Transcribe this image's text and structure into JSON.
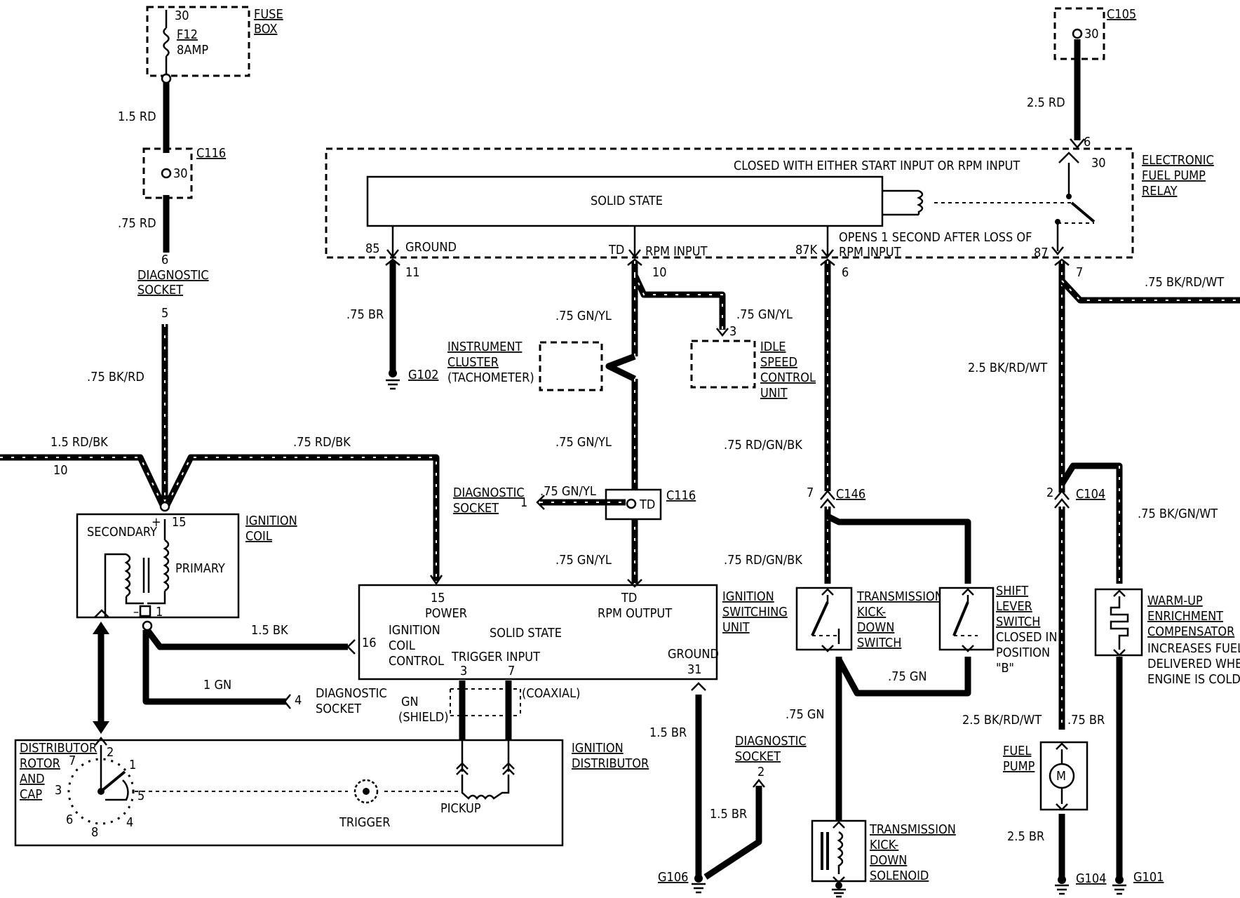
{
  "components": {
    "fuse_box": {
      "terminal": "30",
      "fuse": "F12",
      "rating": "8AMP",
      "label": [
        "FUSE",
        "BOX"
      ]
    },
    "c105": {
      "name": "C105",
      "terminal": "30"
    },
    "c116_top": {
      "name": "C116",
      "terminal": "30"
    },
    "diag_socket_top": {
      "pin_a": "6",
      "label": [
        "DIAGNOSTIC",
        "SOCKET"
      ],
      "pin_b": "5"
    },
    "relay": {
      "label": [
        "ELECTRONIC",
        "FUEL PUMP",
        "RELAY"
      ],
      "note_closed": "CLOSED WITH EITHER START INPUT OR  RPM INPUT",
      "solid_state": "SOLID STATE",
      "note_opens": [
        "OPENS 1 SECOND AFTER LOSS OF",
        "RPM INPUT"
      ],
      "t30": "30",
      "t85": "85",
      "ground": "GROUND",
      "td": "TD",
      "rpm_input": "RPM INPUT",
      "t87k": "87K",
      "t87": "87",
      "pin6_top": "6",
      "pin11": "11",
      "pin10": "10",
      "pin6": "6",
      "pin7": "7"
    },
    "g102": "G102",
    "instrument_cluster": [
      "INSTRUMENT",
      "CLUSTER",
      "(TACHOMETER)"
    ],
    "idle_speed": {
      "pin": "3",
      "label": [
        "IDLE",
        "SPEED",
        "CONTROL",
        "UNIT"
      ]
    },
    "diag_socket_mid": {
      "label": [
        "DIAGNOSTIC",
        "SOCKET"
      ],
      "pin": "1"
    },
    "c116_mid": {
      "name": "C116",
      "terminal": "TD"
    },
    "ignition_coil": {
      "label": [
        "IGNITION",
        "COIL"
      ],
      "secondary": "SECONDARY",
      "primary": "PRIMARY",
      "plus": "+",
      "t15": "15",
      "minus": "–",
      "t1": "1"
    },
    "switching_unit": {
      "label": [
        "IGNITION",
        "SWITCHING",
        "UNIT"
      ],
      "pin15": "15",
      "power": "POWER",
      "td": "TD",
      "rpm_output": "RPM OUTPUT",
      "coil_control": [
        "IGNITION",
        "COIL",
        "CONTROL"
      ],
      "solid_state": "SOLID STATE",
      "trigger_input": "TRIGGER INPUT",
      "pin3": "3",
      "pin7": "7",
      "ground": "GROUND",
      "pin31": "31",
      "pin16": "16",
      "coaxial": "(COAXIAL)"
    },
    "diag_socket_low": {
      "pin": "4",
      "label": [
        "DIAGNOSTIC",
        "SOCKET"
      ]
    },
    "shield": [
      "GN",
      "(SHIELD)"
    ],
    "distributor": {
      "label": [
        "IGNITION",
        "DISTRIBUTOR"
      ],
      "rotor_label": [
        "DISTRIBUTOR",
        "ROTOR",
        "AND",
        "CAP"
      ],
      "numbers": [
        "1",
        "2",
        "3",
        "4",
        "5",
        "6",
        "7",
        "8"
      ],
      "trigger": "TRIGGER",
      "pickup": "PICKUP"
    },
    "diag_socket_right": {
      "label": [
        "DIAGNOSTIC",
        "SOCKET"
      ],
      "pin": "2"
    },
    "g106": "G106",
    "c146": {
      "name": "C146",
      "pin": "7"
    },
    "kickdown_switch": [
      "TRANSMISSION",
      "KICK-",
      "DOWN",
      "SWITCH"
    ],
    "shift_lever": [
      "SHIFT",
      "LEVER",
      "SWITCH",
      "CLOSED IN",
      "POSITION",
      "\"B\""
    ],
    "kickdown_solenoid": [
      "TRANSMISSION",
      "KICK-",
      "DOWN",
      "SOLENOID"
    ],
    "c104": {
      "name": "C104",
      "pin": "2"
    },
    "warmup": [
      "WARM-UP",
      "ENRICHMENT",
      "COMPENSATOR"
    ],
    "warmup_note": [
      "INCREASES FUEL",
      "DELIVERED WHEN",
      "ENGINE IS COLD"
    ],
    "fuel_pump": {
      "label": [
        "FUEL",
        "PUMP"
      ],
      "motor": "M"
    },
    "g104": "G104",
    "g101": "G101"
  },
  "wires": {
    "w_fuse_c116": "1.5 RD",
    "w_c116_diag": ".75 RD",
    "w_diag_coil": ".75 BK/RD",
    "w_left_in": "1.5 RD/BK",
    "w_left_in_pin": "10",
    "w_coil_isu": ".75 RD/BK",
    "w_relay_gnd": ".75 BR",
    "w_td_1": ".75 GN/YL",
    "w_td_idle": ".75 GN/YL",
    "w_td_2": ".75 GN/YL",
    "w_diag_c116": ".75 GN/YL",
    "w_td_3": ".75 GN/YL",
    "w_coil_16": "1.5 BK",
    "w_coil_diag": "1 GN",
    "w_isu_gnd": "1.5 BR",
    "w_diag_gnd": "1.5 BR",
    "w_87k": ".75 RD/GN/BK",
    "w_c146_sw": ".75 RD/GN/BK",
    "w_shift_gn": ".75 GN",
    "w_sol_gn": ".75 GN",
    "w_c105_relay": "2.5 RD",
    "w_87_right": ".75 BK/RD/WT",
    "w_87_c104": "2.5 BK/RD/WT",
    "w_c104_warm": ".75 BK/GN/WT",
    "w_c104_pump": "2.5 BK/RD/WT",
    "w_warm_gnd": ".75 BR",
    "w_pump_gnd": "2.5 BR"
  }
}
